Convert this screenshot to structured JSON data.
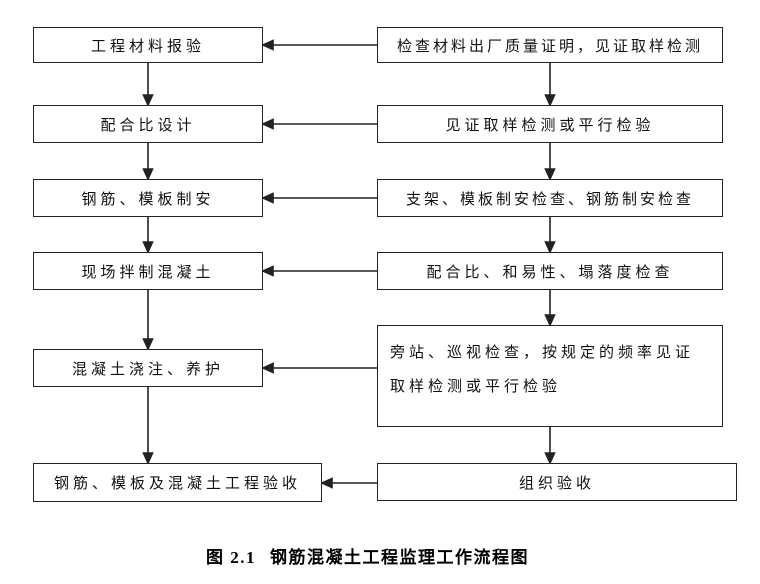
{
  "figure": {
    "caption_number": "图 2.1",
    "caption_title": "钢筋混凝土工程监理工作流程图"
  },
  "flow": {
    "line_color": "#222222",
    "left_nodes": [
      {
        "label": "工程材料报验"
      },
      {
        "label": "配合比设计"
      },
      {
        "label": "钢筋、模板制安"
      },
      {
        "label": "现场拌制混凝土"
      },
      {
        "label": "混凝土浇注、养护"
      },
      {
        "label": "钢筋、模板及混凝土工程验收"
      }
    ],
    "right_nodes": [
      {
        "label": "检查材料出厂质量证明，见证取样检测"
      },
      {
        "label": "见证取样检测或平行检验"
      },
      {
        "label": "支架、模板制安检查、钢筋制安检查"
      },
      {
        "label": "配合比、和易性、塌落度检查"
      },
      {
        "label": "旁站、巡视检查，按规定的频率见证取样检测或平行检验"
      },
      {
        "label": "组织验收"
      }
    ]
  }
}
